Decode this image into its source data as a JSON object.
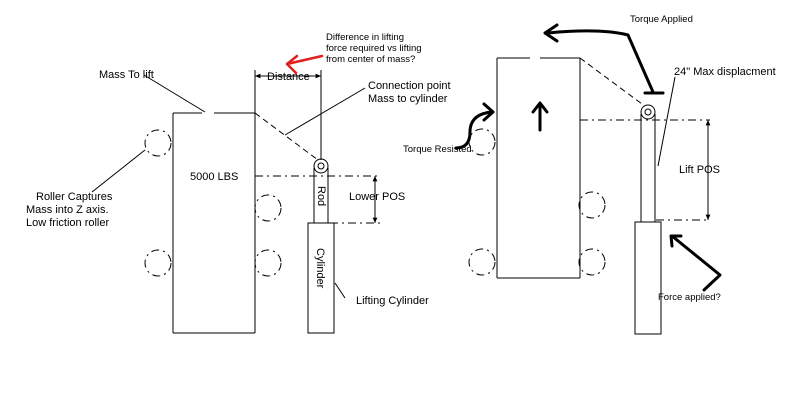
{
  "left": {
    "mass_label": "Mass To lift",
    "distance_label": "Distance",
    "difference_note": [
      "Difference in lifting",
      "force required vs lifting",
      "from center of mass?"
    ],
    "connection_label": [
      "Connection point",
      "Mass to cylinder"
    ],
    "weight_label": "5000 LBS",
    "rod_label": "Rod",
    "lower_pos_label": "Lower POS",
    "roller_label": [
      "Roller Captures",
      "Mass into Z axis.",
      "Low friction roller"
    ],
    "cylinder_label": "Cylinder",
    "lifting_cylinder_label": "Lifting Cylinder"
  },
  "right": {
    "torque_applied_label": "Torque Applied",
    "max_displacement_label": "24\" Max displacment",
    "torque_resisted_label": "Torque Resisted",
    "lift_pos_label": "Lift POS",
    "force_applied_label": "Force applied?"
  },
  "colors": {
    "annotation_red": "#e0201c",
    "line": "#000000"
  }
}
